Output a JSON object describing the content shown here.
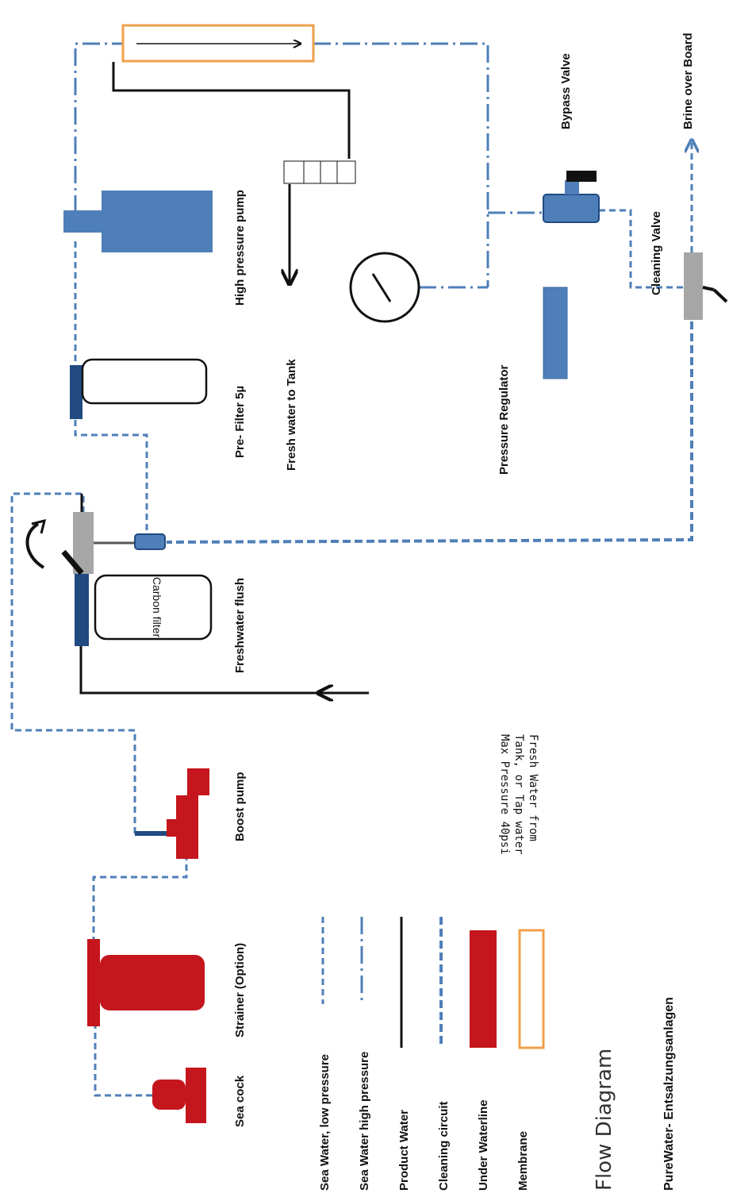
{
  "components": {
    "sea_cock": "Sea cock",
    "strainer": "Strainer (Option)",
    "boost_pump": "Boost pump",
    "freshwater_flush": "Freshwater flush",
    "carbon_filter": "Carbon filter",
    "pre_filter": "Pre- Filter 5µ",
    "fresh_to_tank": "Fresh water to Tank",
    "high_pressure_pump": "High pressure pump",
    "pressure_regulator": "Pressure Regulator",
    "bypass_valve": "Bypass Valve",
    "cleaning_valve": "Cleaning Valve",
    "brine_overboard": "Brine over Board"
  },
  "fresh_input_note": {
    "line1": "Fresh Water from",
    "line2": "Tank, or Tap water",
    "line3": "Max Pressure 40psi"
  },
  "legend": {
    "low_pressure": "Sea Water, low pressure",
    "high_pressure": "Sea Water high pressure",
    "product_water": "Product Water",
    "cleaning_circuit": "Cleaning circuit",
    "under_waterline": "Under Waterline",
    "membrane": "Membrane"
  },
  "title": "Flow Diagram",
  "brand": "PureWater- Entsalzungsanlagen",
  "colors": {
    "sea_water_line": "#4f7fb8",
    "under_waterline": "#c4161c",
    "membrane_outline": "#f0a04b",
    "component_blue": "#4f7fb8",
    "filter_cap": "#204a80",
    "valve_grey": "#a6a6a6"
  }
}
